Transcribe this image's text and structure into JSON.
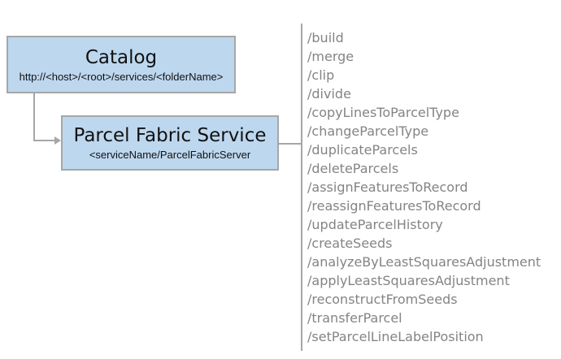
{
  "diagram": {
    "catalog": {
      "title": "Catalog",
      "subtitle": "http://<host>/<root>/services/<folderName>"
    },
    "parcel_fabric_service": {
      "title": "Parcel Fabric Service",
      "subtitle": "<serviceName/ParcelFabricServer"
    },
    "operations": [
      "/build",
      "/merge",
      "/clip",
      "/divide",
      "/copyLinesToParcelType",
      "/changeParcelType",
      "/duplicateParcels",
      "/deleteParcels",
      "/assignFeaturesToRecord",
      "/reassignFeaturesToRecord",
      "/updateParcelHistory",
      "/createSeeds",
      "/analyzeByLeastSquaresAdjustment",
      "/applyLeastSquaresAdjustment",
      "/reconstructFromSeeds",
      "/transferParcel",
      "/setParcelLineLabelPosition"
    ],
    "colors": {
      "node_fill": "#bdd7ee",
      "node_border": "#a6a6a6",
      "connector": "#a6a6a6",
      "endpoint_text": "#848484",
      "title_text": "#111111"
    }
  }
}
